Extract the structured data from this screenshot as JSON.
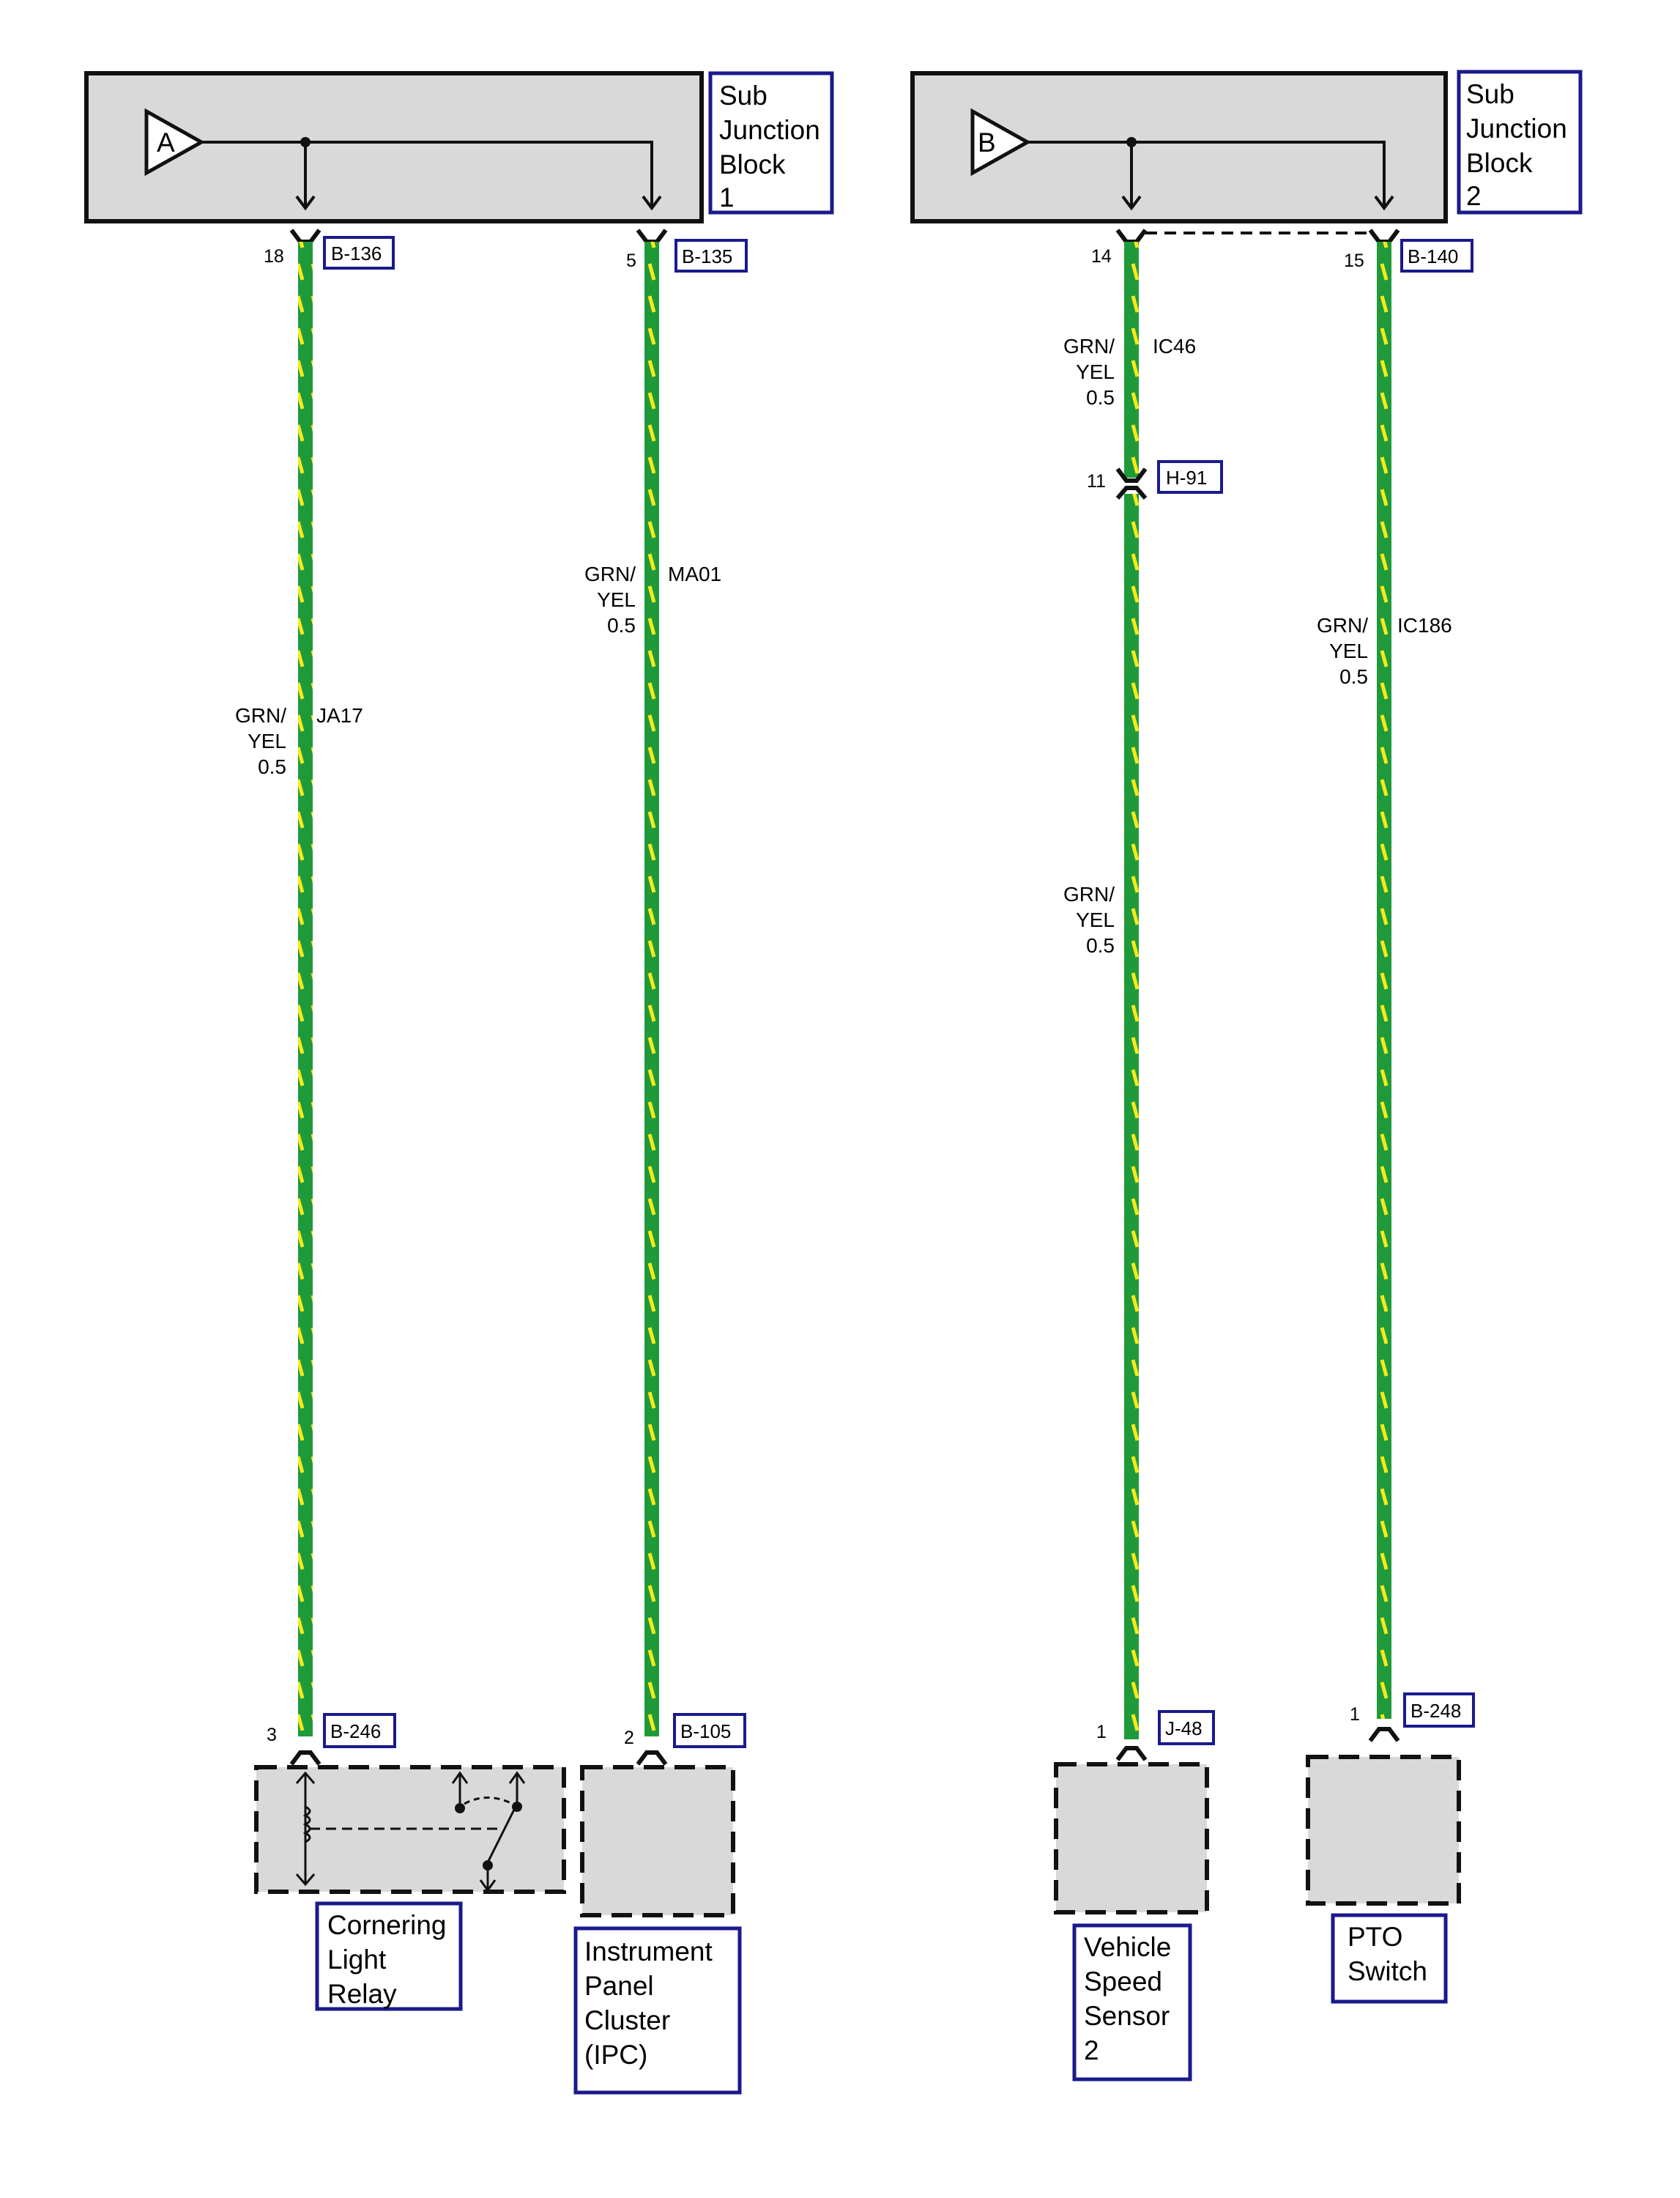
{
  "colors": {
    "wire_base": "#1f9a3a",
    "wire_stripe": "#f7ea1a",
    "box_fill": "#d9d9d9",
    "ref_border": "#1a1a8c",
    "outline": "#111111"
  },
  "blocks": [
    {
      "id": "sjb1",
      "input_label": "A",
      "name_lines": [
        "Sub",
        "Junction",
        "Block",
        "1"
      ]
    },
    {
      "id": "sjb2",
      "input_label": "B",
      "name_lines": [
        "Sub",
        "Junction",
        "Block",
        "2"
      ]
    }
  ],
  "connectors": {
    "b136": {
      "ref": "B-136",
      "pin": "18"
    },
    "b135": {
      "ref": "B-135",
      "pin": "5"
    },
    "b140_14": {
      "ref": "",
      "pin": "14"
    },
    "b140": {
      "ref": "B-140",
      "pin": "15"
    },
    "h91": {
      "ref": "H-91",
      "pin": "11"
    },
    "b246": {
      "ref": "B-246",
      "pin": "3"
    },
    "b105": {
      "ref": "B-105",
      "pin": "2"
    },
    "j48": {
      "ref": "J-48",
      "pin": "1"
    },
    "b248": {
      "ref": "B-248",
      "pin": "1"
    }
  },
  "wires": [
    {
      "circuit": "JA17",
      "color_lines": [
        "GRN/",
        "YEL",
        "0.5"
      ]
    },
    {
      "circuit": "MA01",
      "color_lines": [
        "GRN/",
        "YEL",
        "0.5"
      ]
    },
    {
      "circuit": "IC46",
      "color_lines": [
        "GRN/",
        "YEL",
        "0.5"
      ]
    },
    {
      "circuit": "",
      "color_lines": [
        "GRN/",
        "YEL",
        "0.5"
      ]
    },
    {
      "circuit": "IC186",
      "color_lines": [
        "GRN/",
        "YEL",
        "0.5"
      ]
    }
  ],
  "components": [
    {
      "id": "cornering_relay",
      "name_lines": [
        "Cornering",
        "Light",
        "Relay"
      ]
    },
    {
      "id": "ipc",
      "name_lines": [
        "Instrument",
        "Panel",
        "Cluster",
        "(IPC)"
      ]
    },
    {
      "id": "vss2",
      "name_lines": [
        "Vehicle",
        "Speed",
        "Sensor",
        "2"
      ]
    },
    {
      "id": "pto",
      "name_lines": [
        "PTO",
        "Switch"
      ]
    }
  ]
}
